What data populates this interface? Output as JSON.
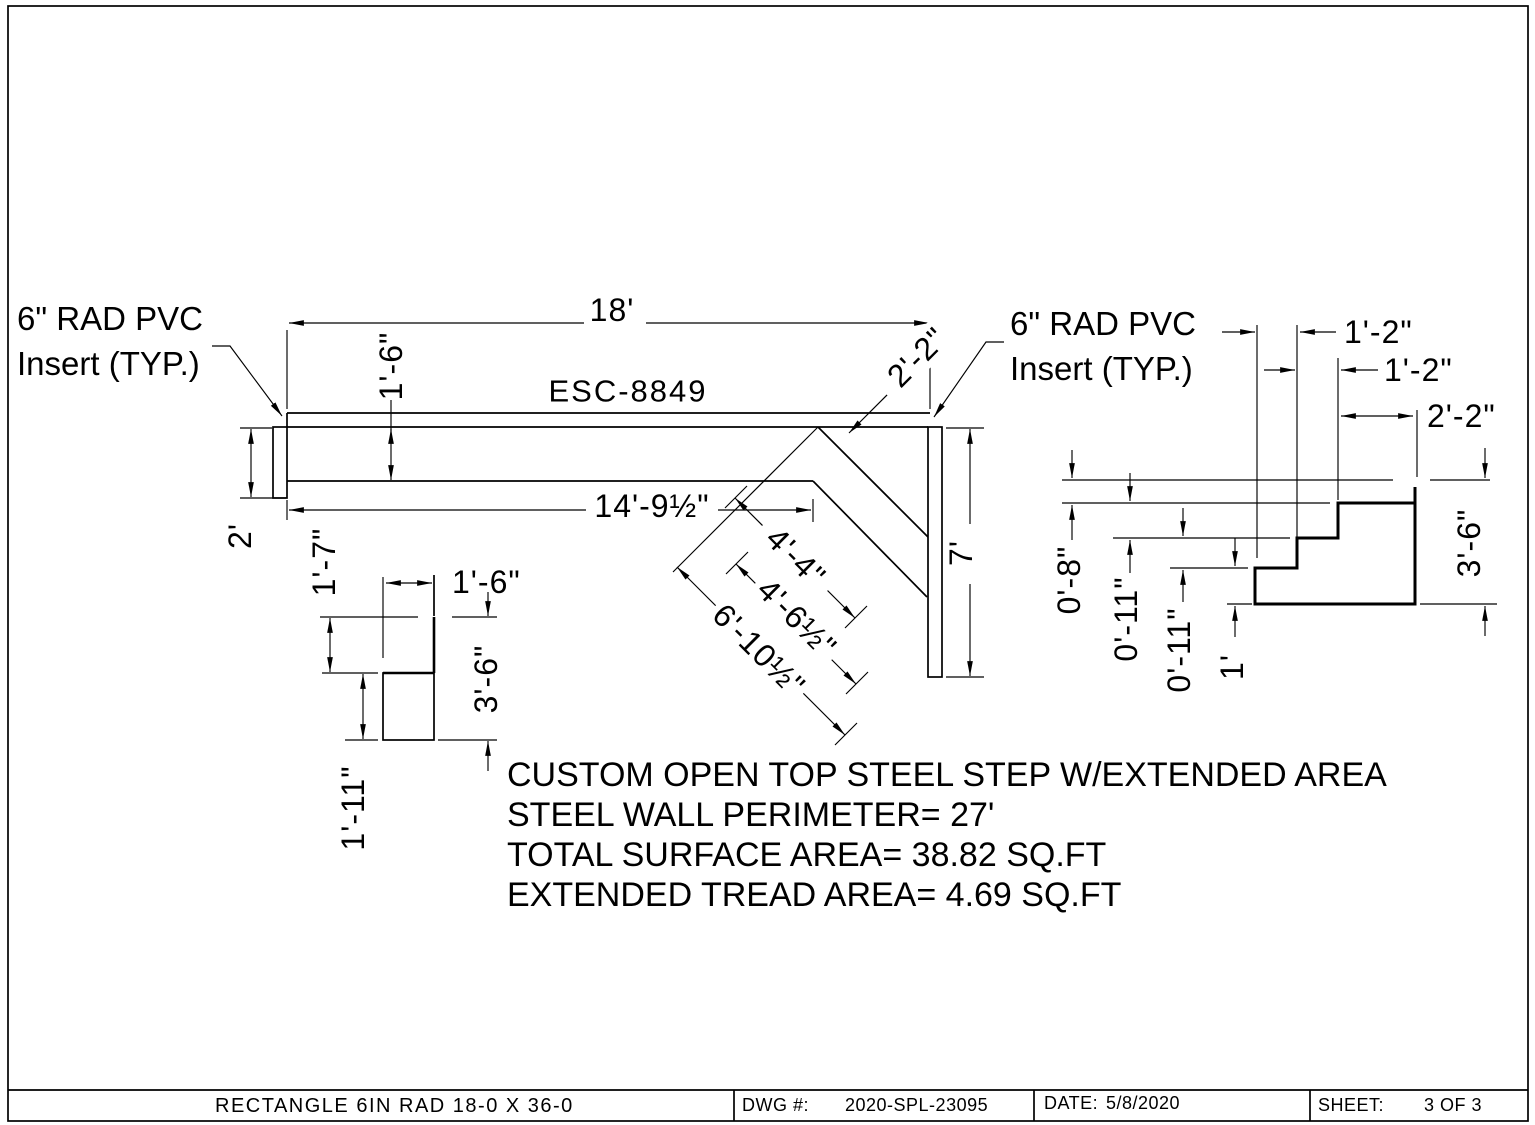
{
  "plan": {
    "label": "ESC-8849",
    "callout_left": {
      "line1": "6\" RAD PVC",
      "line2": "Insert (TYP.)"
    },
    "callout_right": {
      "line1": "6\" RAD PVC",
      "line2": "Insert (TYP.)"
    },
    "dims": {
      "overall_width": "18'",
      "wall_band": "1'-6\"",
      "left_cap": "2'",
      "inner_width": "14'-9½\"",
      "right_height": "7'",
      "corner_diag": "2'-2\"",
      "tread_diag_1": "4'-4\"",
      "tread_diag_2": "4'-6½\"",
      "tread_diag_3": "6'-10½\""
    }
  },
  "section": {
    "dims": {
      "tread_width": "1'-6\"",
      "upper_rise": "1'-7\"",
      "lower_rise": "1'-11\"",
      "total_height": "3'-6\""
    }
  },
  "stair": {
    "dims": {
      "run_1": "1'-2\"",
      "run_2": "1'-2\"",
      "run_3": "2'-2\"",
      "rise_1": "0'-8\"",
      "rise_2": "0'-11\"",
      "rise_3": "0'-11\"",
      "rise_4": "1'",
      "total_height": "3'-6\""
    }
  },
  "notes": {
    "line1": "CUSTOM OPEN TOP STEEL STEP W/EXTENDED AREA",
    "line2": "STEEL WALL PERIMETER= 27'",
    "line3": "TOTAL SURFACE AREA= 38.82 SQ.FT",
    "line4": "EXTENDED TREAD AREA= 4.69 SQ.FT"
  },
  "title_block": {
    "description": "RECTANGLE 6IN RAD 18-0 X 36-0",
    "dwg_label": "DWG #:",
    "dwg_number": "2020-SPL-23095",
    "date_label": "DATE:",
    "date_value": "5/8/2020",
    "sheet_label": "SHEET:",
    "sheet_value": "3 OF 3"
  }
}
